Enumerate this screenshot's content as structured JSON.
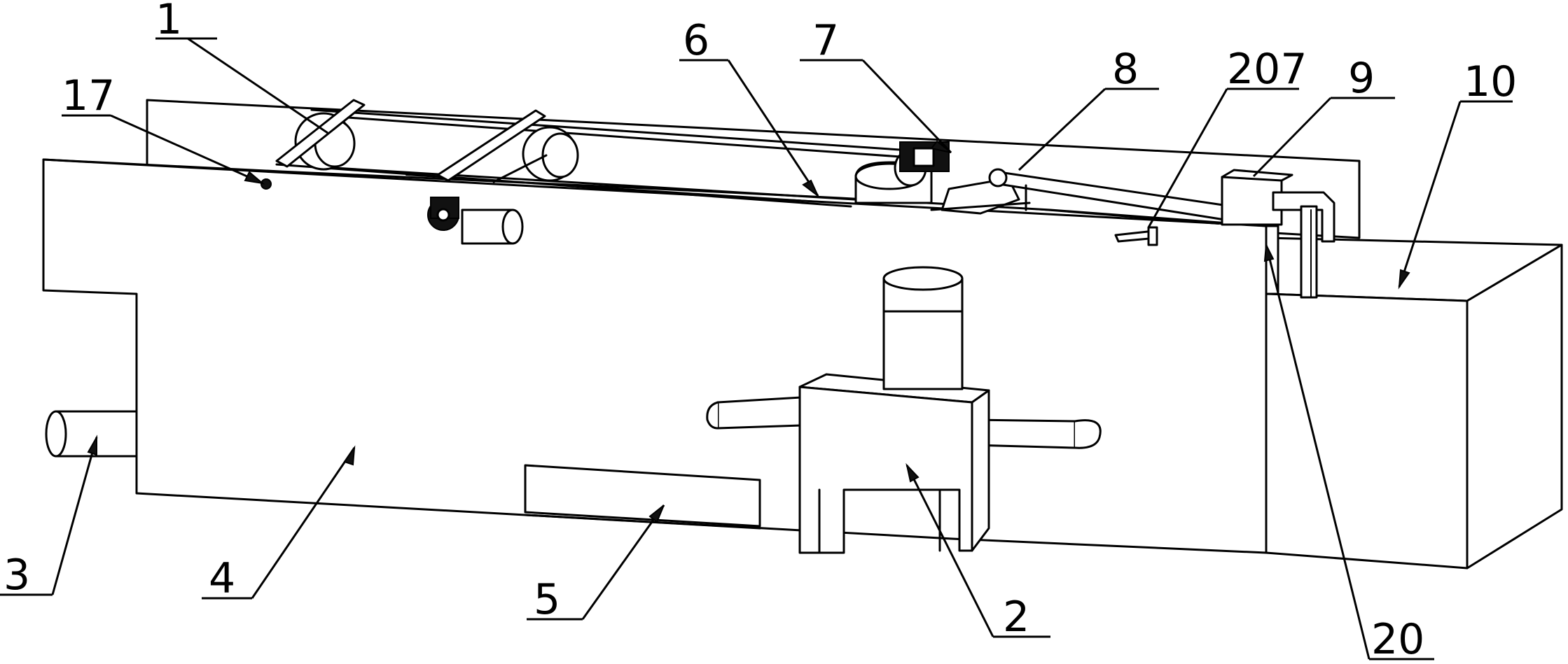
{
  "figure": {
    "labels": {
      "l1": "1",
      "l2": "2",
      "l3": "3",
      "l4": "4",
      "l5": "5",
      "l6": "6",
      "l7": "7",
      "l8": "8",
      "l9": "9",
      "l10": "10",
      "l17": "17",
      "l20": "20",
      "l207": "207"
    },
    "colors": {
      "line": "#000000",
      "background": "#ffffff"
    }
  }
}
